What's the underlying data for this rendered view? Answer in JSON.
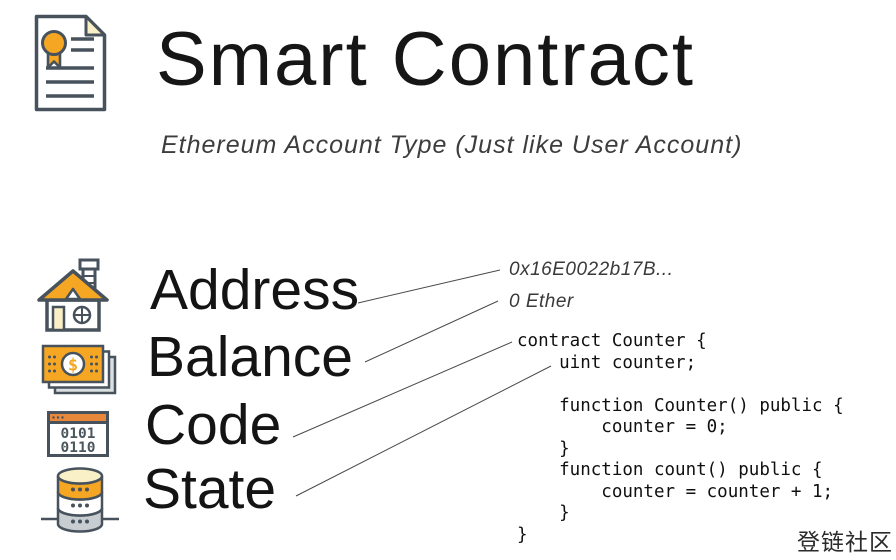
{
  "slide": {
    "title": "Smart Contract",
    "subtitle": "Ethereum Account Type (Just like User Account)",
    "watermark": "登链社区"
  },
  "properties": [
    {
      "label": "Address",
      "icon": "house-icon",
      "value": "0x16E0022b17B..."
    },
    {
      "label": "Balance",
      "icon": "banknotes-icon",
      "value": "0 Ether"
    },
    {
      "label": "Code",
      "icon": "binary-window-icon",
      "value": ""
    },
    {
      "label": "State",
      "icon": "database-icon",
      "value": ""
    }
  ],
  "code": {
    "text": "contract Counter {\n    uint counter;\n\n    function Counter() public {\n        counter = 0;\n    }\n    function count() public {\n        counter = counter + 1;\n    }\n}"
  },
  "icon_text": {
    "dollar_sign": "$",
    "binary_line_1": "0101",
    "binary_line_2": "0110"
  },
  "colors": {
    "orange": "#F5A623",
    "titlebar_orange": "#E8883B",
    "outline": "#47525C",
    "cream": "#FAF0C8",
    "gray_band": "#C7CDD1",
    "back_note_gray": "#DADFE2",
    "connector_line": "#4a4a4a"
  }
}
